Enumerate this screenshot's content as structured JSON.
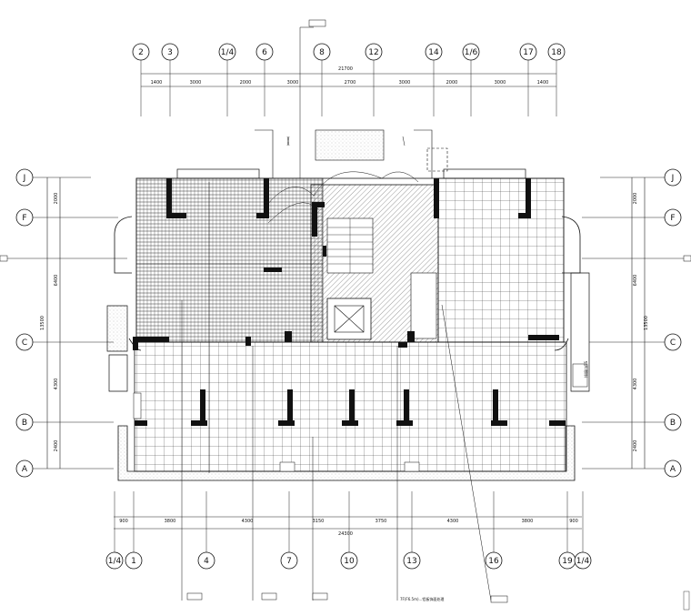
{
  "axes": {
    "top": [
      "2",
      "3",
      "1/4",
      "6",
      "8",
      "12",
      "14",
      "1/6",
      "17",
      "18"
    ],
    "bottom": [
      "1/4",
      "1",
      "4",
      "7",
      "10",
      "13",
      "16",
      "19",
      "1/4"
    ],
    "left": [
      "J",
      "F",
      "C",
      "B",
      "A"
    ],
    "right": [
      "J",
      "F",
      "C",
      "B",
      "A"
    ]
  },
  "dimensions": {
    "top_total": "21700",
    "top_segments": [
      "1400",
      "3000",
      "2000",
      "3000",
      "2700",
      "3000",
      "2000",
      "3000",
      "1400"
    ],
    "bottom_total": "24300",
    "bottom_segments": [
      "900",
      "3800",
      "4300",
      "3150",
      "3750",
      "4300",
      "3800",
      "900"
    ],
    "left_total": "13500",
    "left_segments": [
      "2000",
      "6400",
      "4300",
      "2400"
    ],
    "right_total": "13500",
    "right_segments": [
      "2000",
      "6400",
      "4300",
      "2400"
    ]
  },
  "labels": {
    "note_bottom": "7F(F6.5m)...铝板饰面处理",
    "small_tag": "排烟口/FS"
  }
}
